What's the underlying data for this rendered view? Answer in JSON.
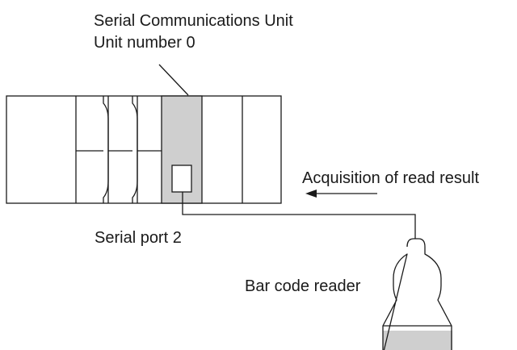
{
  "labels": {
    "unit_title": "Serial Communications Unit",
    "unit_number": "Unit number 0",
    "acquisition": "Acquisition of read result",
    "serial_port": "Serial port 2",
    "barcode_reader": "Bar code reader"
  },
  "colors": {
    "line": "#1a1a1a",
    "unit_fill": "#cfcfcf",
    "reader_stripe": "#cfcfcf",
    "background": "#ffffff"
  }
}
